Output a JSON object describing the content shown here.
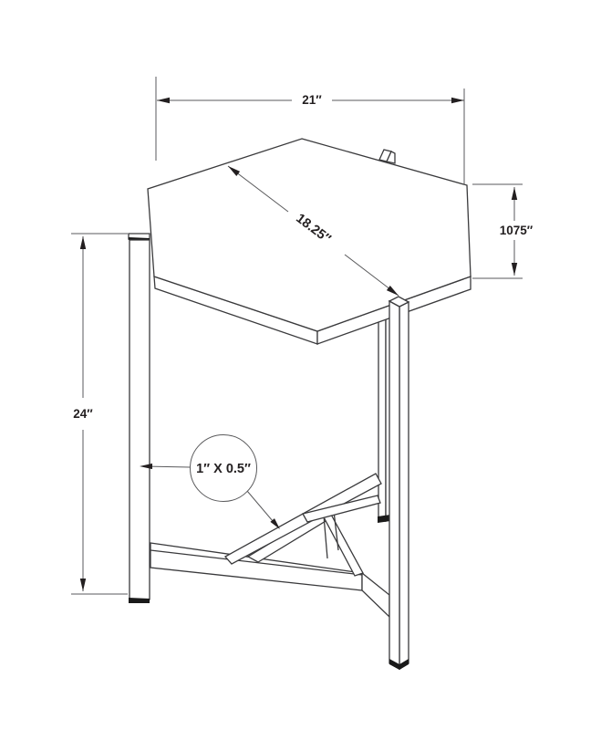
{
  "title": "Hexagon accent table dimension drawing",
  "labels": {
    "width": "21″",
    "diagonal": "18.25″",
    "depth": "1075″",
    "height": "24″",
    "tube": "1″ X 0.5″"
  },
  "colors": {
    "line": "#3a3a3c",
    "dim": "#5a5a5c",
    "text": "#231f20",
    "foot": "#1a1a1a",
    "bg": "#ffffff"
  }
}
